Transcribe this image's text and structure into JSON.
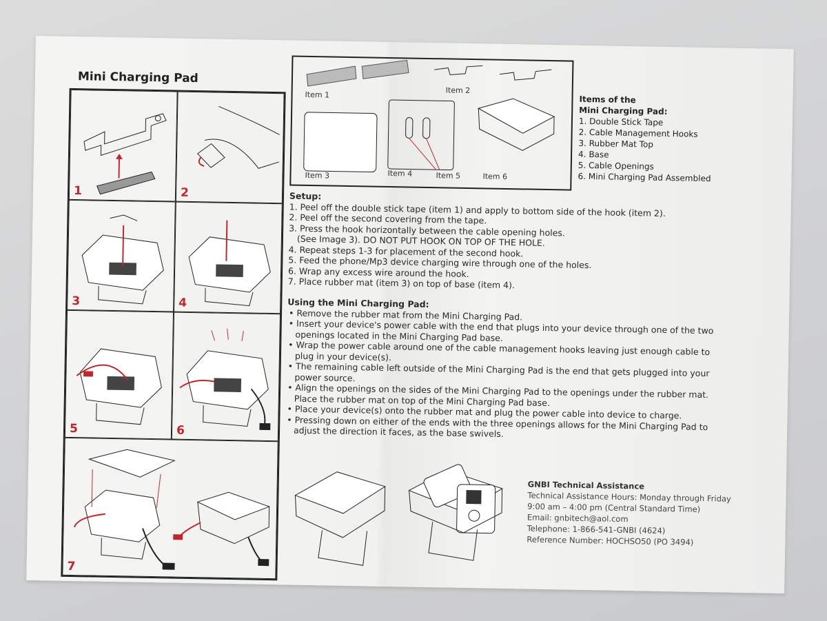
{
  "title": "Mini Charging Pad",
  "steps": [
    "1",
    "2",
    "3",
    "4",
    "5",
    "6",
    "7"
  ],
  "diagram_labels": {
    "item1": "Item 1",
    "item2": "Item 2",
    "item3": "Item 3",
    "item4": "Item 4",
    "item5": "Item 5",
    "item6": "Item 6"
  },
  "items": {
    "heading": [
      "Items of the",
      "Mini Charging Pad:"
    ],
    "list": [
      "1. Double Stick Tape",
      "2. Cable Management Hooks",
      "3. Rubber Mat Top",
      "4. Base",
      "5. Cable Openings",
      "6. Mini Charging Pad Assembled"
    ]
  },
  "setup": {
    "heading": "Setup:",
    "lines": [
      "1. Peel off the double stick tape (item 1) and apply to bottom side of the hook (item 2).",
      "2. Peel off the second covering from the tape.",
      "3. Press the hook horizontally between the cable opening holes.",
      "(See Image 3).  DO NOT PUT HOOK ON TOP OF THE HOLE.",
      "4. Repeat steps 1-3 for placement of the second hook.",
      "5. Feed the phone/Mp3 device charging wire through one of the holes.",
      "6. Wrap any excess wire around the hook.",
      "7. Place rubber mat (item 3) on top of base (item 4)."
    ]
  },
  "using": {
    "heading": "Using the Mini Charging Pad:",
    "bullets": [
      "Remove the rubber mat from the Mini Charging Pad.",
      "Insert your device's power cable with the end that plugs into your device through one of the two openings located in the Mini Charging Pad base.",
      "Wrap the power cable around one of the cable management hooks leaving just enough cable to plug in your device(s).",
      "The remaining cable left outside of the Mini Charging Pad is the end that gets plugged into your power source.",
      "Align the openings on the sides of the Mini Charging Pad to the openings under the rubber mat.  Place the rubber mat on top of the Mini Charging Pad base.",
      "Place your device(s) onto the rubber mat and plug the power cable into device to charge.",
      "Pressing down on either of the ends with the three openings allows for the Mini Charging Pad to adjust the direction it faces, as the base swivels."
    ]
  },
  "contact": {
    "heading": "GNBI Technical Assistance",
    "hours": "Technical Assistance Hours: Monday through Friday",
    "time": "9:00 am – 4:00 pm (Central Standard Time)",
    "email": "Email: gnbitech@aol.com",
    "phone": "Telephone: 1-866-541-GNBI (4624)",
    "reference": "Reference Number: HOCHSO50 (PO 3494)"
  },
  "colors": {
    "accent": "#c0262c",
    "ink": "#222222",
    "paper": "#f2f2f0"
  }
}
